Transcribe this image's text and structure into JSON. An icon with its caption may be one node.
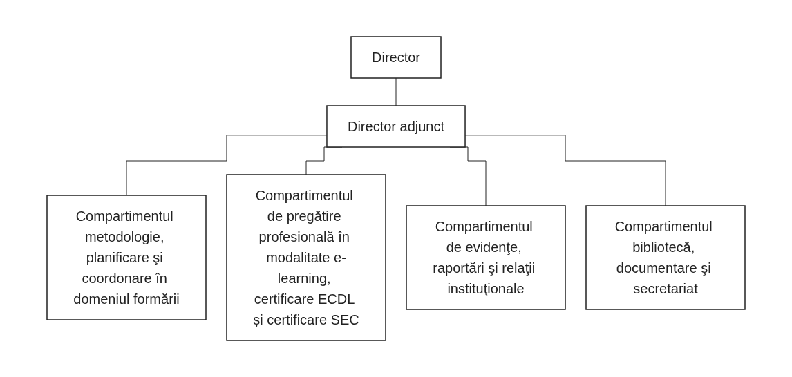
{
  "diagram": {
    "nodes": [
      {
        "text": [
          "Director"
        ]
      },
      {
        "text": [
          "Director adjunct"
        ]
      },
      {
        "text": [
          "Compartimentul metodologie, planificare şi coordonare în domeniul formării"
        ]
      },
      {
        "text": [
          "Compartimentul de pregătire profesională în modalitate e-learning, certificare ECDL și certificare SEC"
        ]
      },
      {
        "text": [
          "Compartimentul de evidenţe, raportări şi relaţii instituţionale"
        ]
      },
      {
        "text": [
          "Compartimentul bibliotecă, documentare şi secretariat"
        ]
      }
    ],
    "edges": [
      {
        "from": 0,
        "to": 1,
        "arrow": "none"
      },
      {
        "from": 1,
        "to": 2,
        "arrow": "none"
      },
      {
        "from": 1,
        "to": 3,
        "arrow": "none"
      },
      {
        "from": 1,
        "to": 4,
        "arrow": "none"
      },
      {
        "from": 1,
        "to": 5,
        "arrow": "none"
      }
    ]
  }
}
